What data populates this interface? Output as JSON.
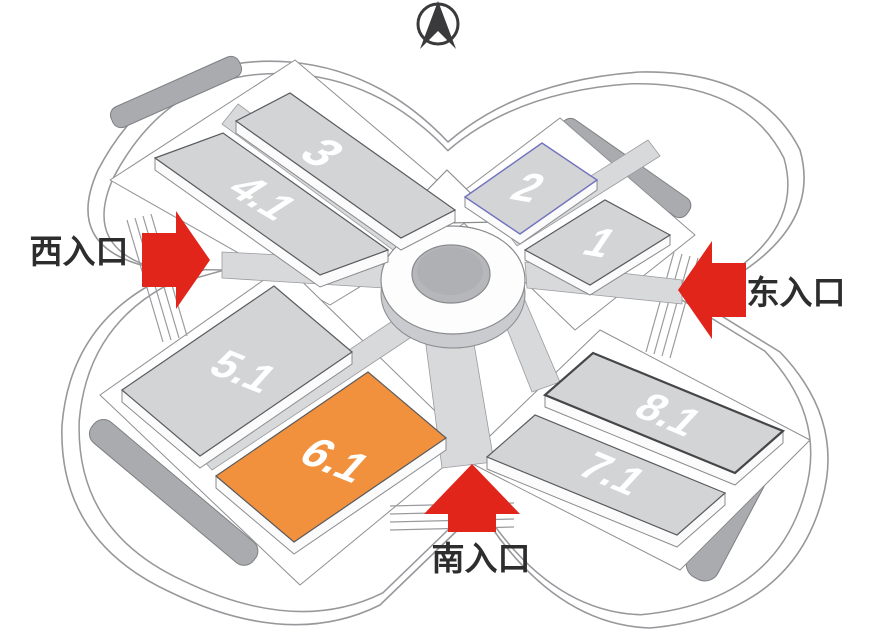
{
  "map": {
    "name": "exhibition-center-floor-map",
    "halls": [
      {
        "id": "hall-3",
        "label": "3",
        "color": "#D2D4D6",
        "stroke": "#5A5B5E",
        "highlighted": false
      },
      {
        "id": "hall-4.1",
        "label": "4.1",
        "color": "#D2D4D6",
        "stroke": "#5A5B5E",
        "highlighted": false
      },
      {
        "id": "hall-2",
        "label": "2",
        "color": "#D2D4D6",
        "stroke": "#7173BE",
        "highlighted": false
      },
      {
        "id": "hall-1",
        "label": "1",
        "color": "#D2D4D6",
        "stroke": "#5A5B5E",
        "highlighted": false
      },
      {
        "id": "hall-5.1",
        "label": "5.1",
        "color": "#D2D4D6",
        "stroke": "#5A5B5E",
        "highlighted": false
      },
      {
        "id": "hall-6.1",
        "label": "6.1",
        "color": "#F2913D",
        "stroke": "#5A5B5E",
        "highlighted": true
      },
      {
        "id": "hall-8.1",
        "label": "8.1",
        "color": "#D2D4D6",
        "stroke": "#464649",
        "highlighted": false
      },
      {
        "id": "hall-7.1",
        "label": "7.1",
        "color": "#D2D4D6",
        "stroke": "#5A5B5E",
        "highlighted": false
      }
    ],
    "entrances": [
      {
        "id": "west-entrance",
        "label": "西入口",
        "arrow_points": "right",
        "arrow_color": "#E1251B"
      },
      {
        "id": "east-entrance",
        "label": "东入口",
        "arrow_points": "left",
        "arrow_color": "#E1251B"
      },
      {
        "id": "south-entrance",
        "label": "南入口",
        "arrow_points": "up",
        "arrow_color": "#E1251B"
      }
    ],
    "icons": {
      "compass": "north-compass-icon"
    },
    "colors": {
      "highlight_orange": "#F2913D",
      "arrow_red": "#E1251B",
      "hall_gray": "#D2D4D6",
      "corridor_gray": "#D8D9DB",
      "wing_gray": "#A9ABAE",
      "outline_gray": "#97989B",
      "text_dark": "#2D2D2E",
      "label_white": "#FFFFFF"
    }
  }
}
